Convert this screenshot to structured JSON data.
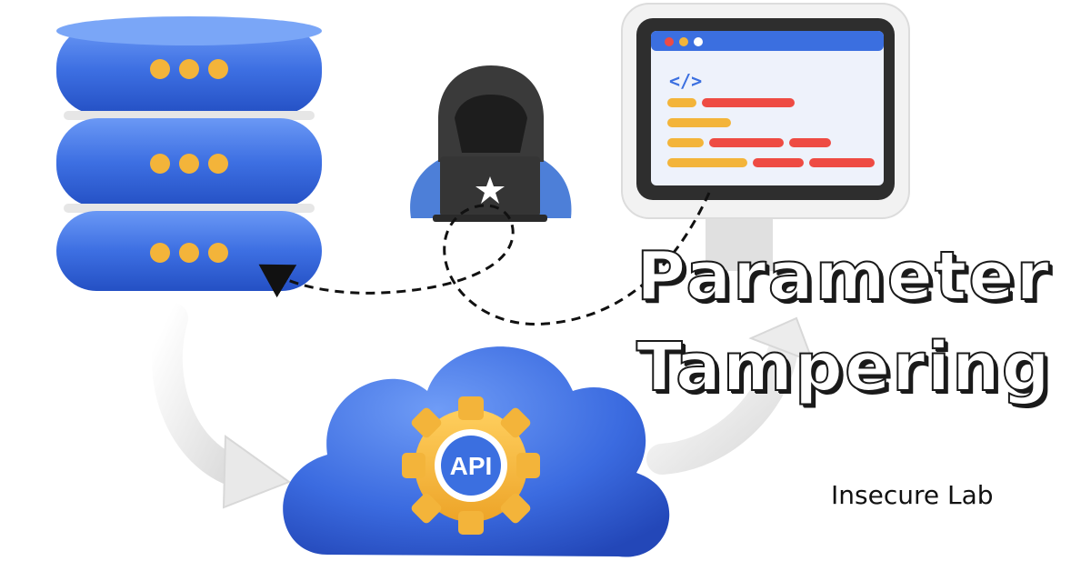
{
  "title": {
    "line1": "Parameter",
    "line2": "Tampering"
  },
  "brand": "Insecure Lab",
  "api_badge": "API",
  "code_tag": "</>",
  "icons": {
    "database": "database-stack-icon",
    "hacker": "hooded-hacker-icon",
    "monitor": "code-monitor-icon",
    "cloud": "api-cloud-gear-icon"
  },
  "colors": {
    "primary_blue": "#3b6fe0",
    "accent_orange": "#f3b43a",
    "code_red": "#ee4b43",
    "dark": "#2b2b2b"
  }
}
